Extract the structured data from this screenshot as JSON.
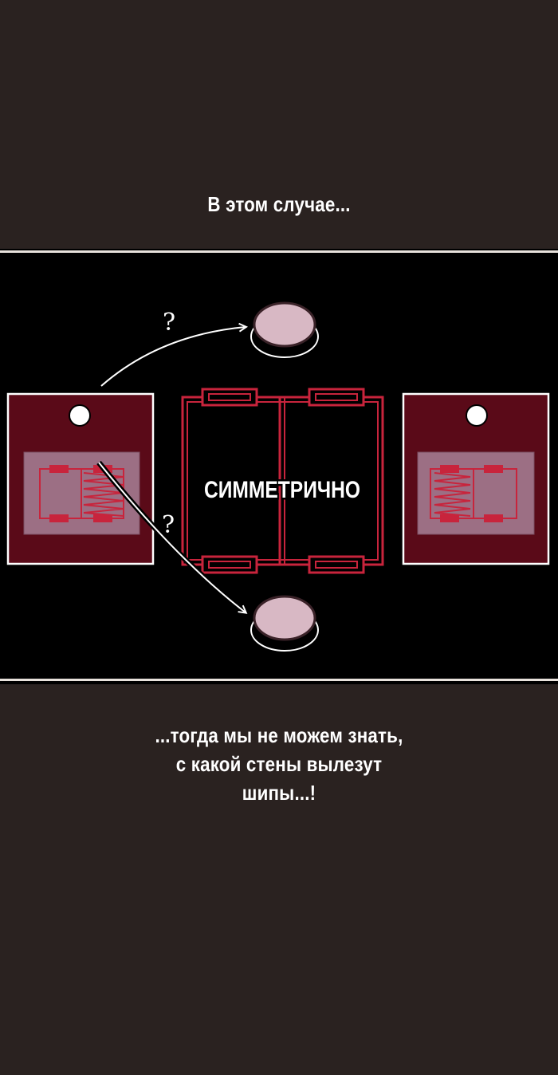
{
  "captions": {
    "top": "В этом случае...",
    "bottom": "...тогда мы не можем знать,\nс какой стены вылезут\nшипы...!"
  },
  "diagram": {
    "center_label": "СИММЕТРИЧНО",
    "question_upper": "?",
    "question_lower": "?"
  },
  "colors": {
    "background": "#2a2220",
    "panel": "#000000",
    "accent_red": "#c8243c",
    "room_fill": "#5a0a18",
    "floor_pink": "#9c6f84",
    "button_top": "#d8b8c4"
  }
}
